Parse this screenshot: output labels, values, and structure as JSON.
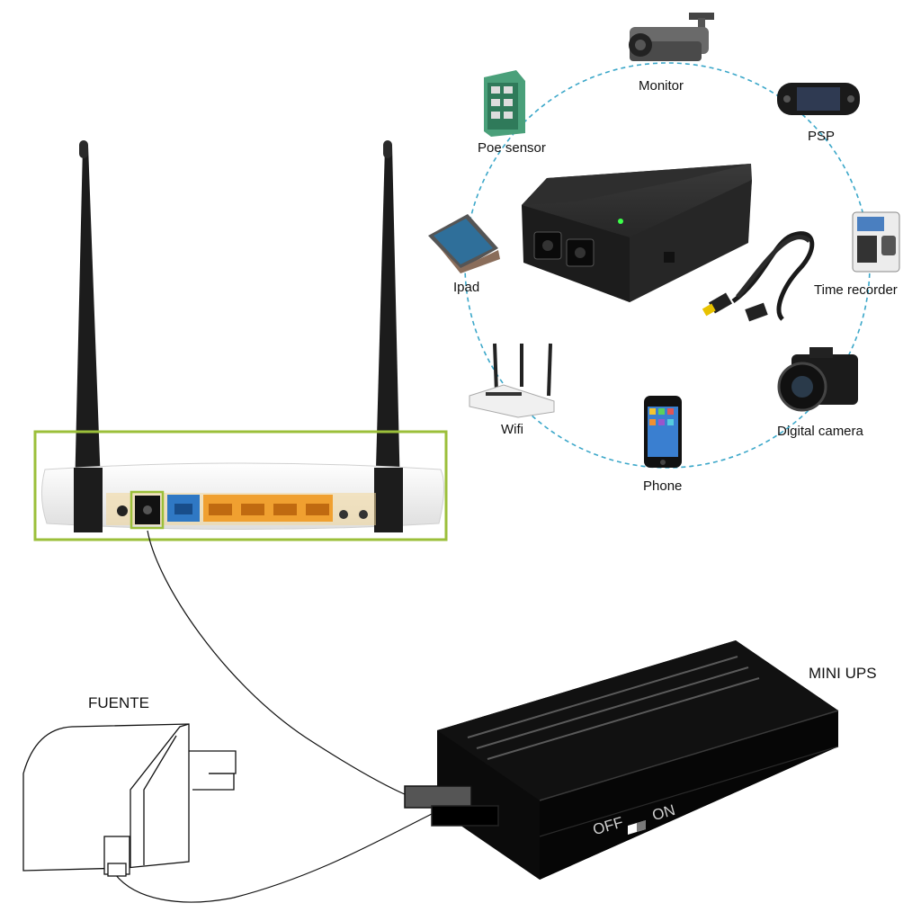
{
  "labels": {
    "fuente": "FUENTE",
    "mini_ups": "MINI UPS",
    "switch_off": "OFF",
    "switch_on": "ON"
  },
  "devices": [
    {
      "id": "monitor",
      "label": "Monitor",
      "icon": "security-camera-icon"
    },
    {
      "id": "psp",
      "label": "PSP",
      "icon": "handheld-console-icon"
    },
    {
      "id": "time-recorder",
      "label": "Time recorder",
      "icon": "time-clock-icon"
    },
    {
      "id": "digital-camera",
      "label": "Digital camera",
      "icon": "camera-icon"
    },
    {
      "id": "phone",
      "label": "Phone",
      "icon": "smartphone-icon"
    },
    {
      "id": "wifi",
      "label": "Wifi",
      "icon": "wifi-router-icon"
    },
    {
      "id": "ipad",
      "label": "Ipad",
      "icon": "tablet-icon"
    },
    {
      "id": "poe-sensor",
      "label": "Poe sensor",
      "icon": "network-switch-icon"
    }
  ],
  "colors": {
    "highlight_green": "#9bbf3a",
    "dashed_circle": "#3ba7c9",
    "ports_orange": "#f0a030",
    "port_blue": "#2f78c4",
    "ups_body": "#0b0b0b"
  }
}
